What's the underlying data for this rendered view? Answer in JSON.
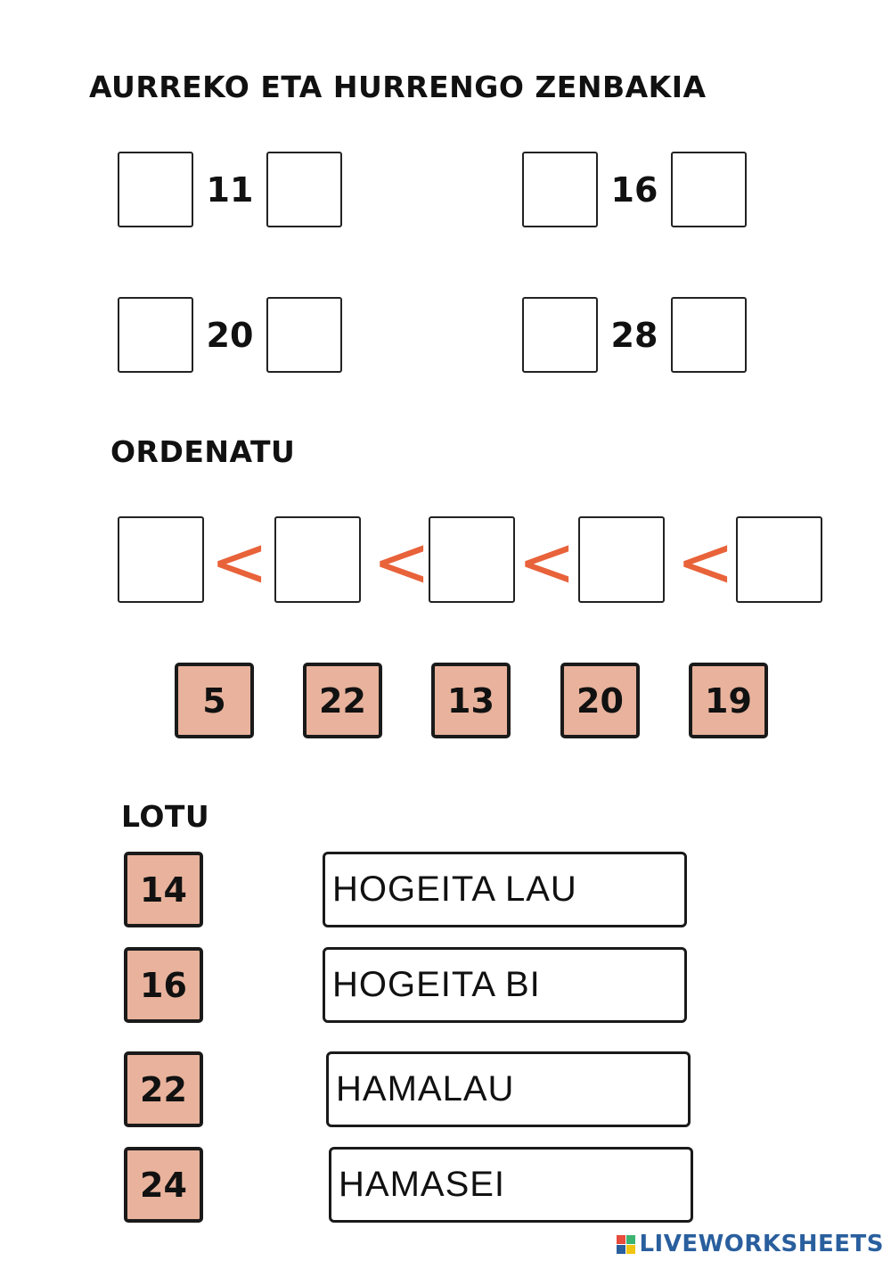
{
  "sections": {
    "neighbors_title": "AURREKO ETA HURRENGO ZENBAKIA",
    "order_title": "ORDENATU",
    "match_title": "LOTU"
  },
  "neighbors": [
    "11",
    "16",
    "20",
    "28"
  ],
  "order": {
    "symbol": "<",
    "tiles": [
      "5",
      "22",
      "13",
      "20",
      "19"
    ]
  },
  "match": {
    "numbers": [
      "14",
      "16",
      "22",
      "24"
    ],
    "words": [
      "HOGEITA LAU",
      "HOGEITA BI",
      "HAMALAU",
      "HAMASEI"
    ]
  },
  "colors": {
    "tile_fill": "#e8b29c",
    "symbol": "#e8623a",
    "brand": "#2a5f9e"
  },
  "brand": {
    "text": "LIVEWORKSHEETS",
    "icon": "liveworksheets-logo-icon"
  }
}
